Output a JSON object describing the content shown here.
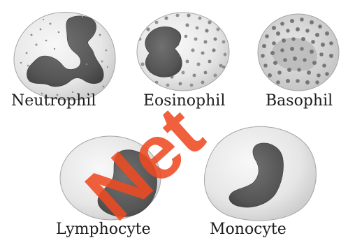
{
  "diagram": {
    "labels": {
      "neutrophil": "Neutrophil",
      "eosinophil": "Eosinophil",
      "basophil": "Basophil",
      "lymphocyte": "Lymphocyte",
      "monocyte": "Monocyte"
    },
    "watermark": "Net"
  },
  "colors": {
    "cell_fill": "#e9e9e9",
    "cell_edge": "#a5a5a5",
    "nucleus": "#555555",
    "granule_light": "#9a9a9a",
    "granule_dark": "#6b6b6b",
    "label_text": "#1c1c1c",
    "watermark": "#ee4a22"
  }
}
